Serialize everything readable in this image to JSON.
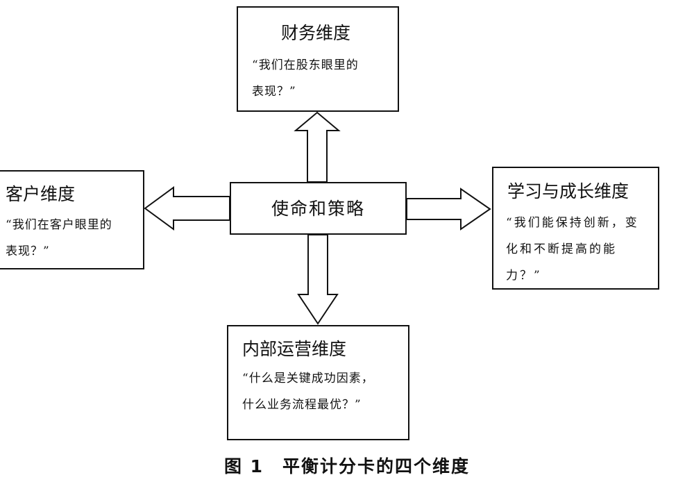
{
  "diagram": {
    "center": {
      "label": "使命和策略"
    },
    "financial": {
      "title": "财务维度",
      "desc_lines": [
        "“我们在股东眼里的",
        "表现？”"
      ]
    },
    "customer": {
      "title": "客户维度",
      "desc_lines": [
        "“我们在客户眼里的",
        "表现？”"
      ]
    },
    "learning": {
      "title": "学习与成长维度",
      "desc_lines": [
        "“我们能保持创新，变",
        "化和不断提高的能",
        "力？”"
      ]
    },
    "internal": {
      "title": "内部运营维度",
      "desc_lines": [
        "“什么是关键成功因素，",
        "什么业务流程最优？”"
      ]
    }
  },
  "caption": "图 1　平衡计分卡的四个维度",
  "colors": {
    "stroke": "#111111",
    "background": "#ffffff"
  }
}
